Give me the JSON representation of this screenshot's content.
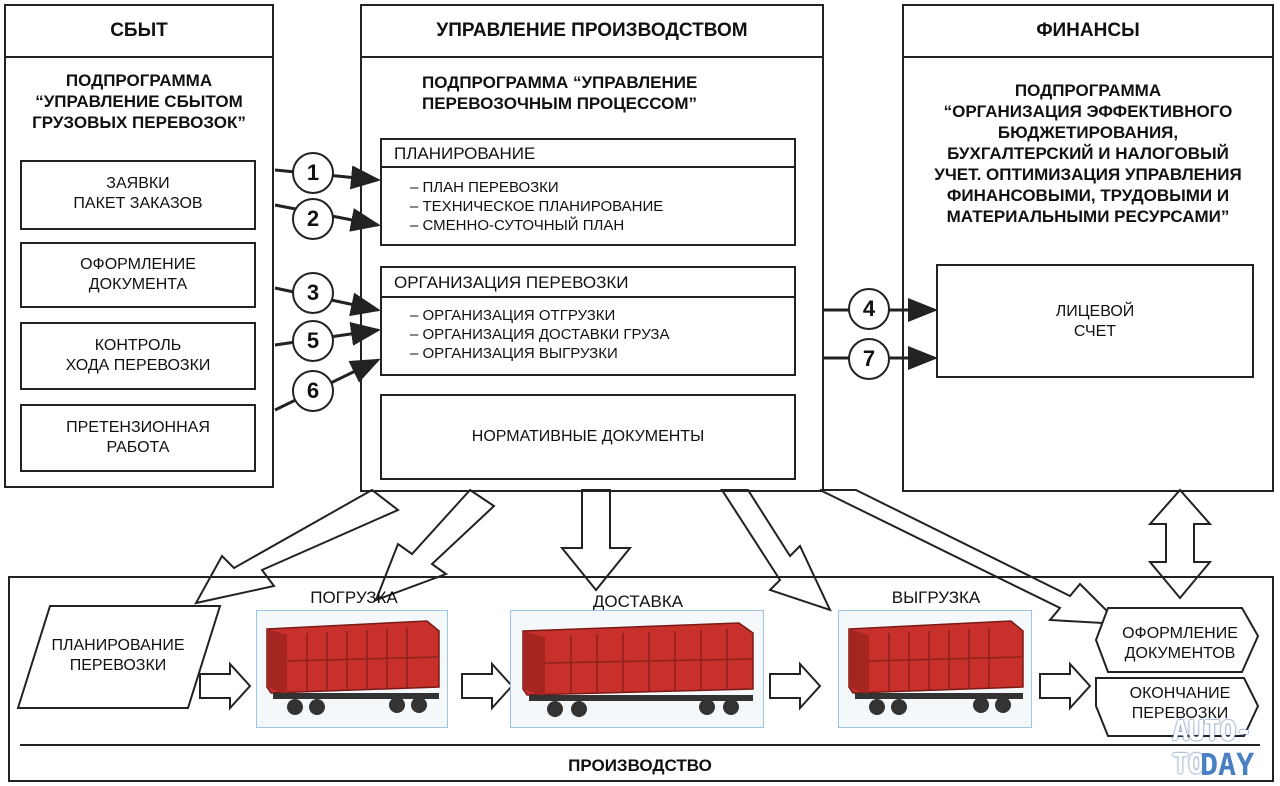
{
  "sales": {
    "header": "СБЫТ",
    "subprogram": [
      "ПОДПРОГРАММА",
      "“УПРАВЛЕНИЕ СБЫТОМ",
      "ГРУЗОВЫХ ПЕРЕВОЗОК”"
    ],
    "items": [
      [
        "ЗАЯВКИ",
        "ПАКЕТ  ЗАКАЗОВ"
      ],
      [
        "ОФОРМЛЕНИЕ",
        "ДОКУМЕНТА"
      ],
      [
        "КОНТРОЛЬ",
        "ХОДА  ПЕРЕВОЗКИ"
      ],
      [
        "ПРЕТЕНЗИОННАЯ",
        "РАБОТА"
      ]
    ]
  },
  "production_mgmt": {
    "header": "УПРАВЛЕНИЕ ПРОИЗВОДСТВОМ",
    "subprogram": [
      "ПОДПРОГРАММА “УПРАВЛЕНИЕ",
      "ПЕРЕВОЗОЧНЫМ ПРОЦЕССОМ”"
    ],
    "planning": {
      "title": "ПЛАНИРОВАНИЕ",
      "items": [
        "ПЛАН ПЕРЕВОЗКИ",
        "ТЕХНИЧЕСКОЕ ПЛАНИРОВАНИЕ",
        "СМЕННО-СУТОЧНЫЙ ПЛАН"
      ]
    },
    "organization": {
      "title": "ОРГАНИЗАЦИЯ ПЕРЕВОЗКИ",
      "items": [
        "ОРГАНИЗАЦИЯ ОТГРУЗКИ",
        "ОРГАНИЗАЦИЯ ДОСТАВКИ ГРУЗА",
        "ОРГАНИЗАЦИЯ ВЫГРУЗКИ"
      ]
    },
    "normative": "НОРМАТИВНЫЕ ДОКУМЕНТЫ"
  },
  "finance": {
    "header": "ФИНАНСЫ",
    "subprogram": [
      "ПОДПРОГРАММА",
      "“ОРГАНИЗАЦИЯ ЭФФЕКТИВНОГО",
      "БЮДЖЕТИРОВАНИЯ,",
      "БУХГАЛТЕРСКИЙ И НАЛОГОВЫЙ",
      "УЧЕТ. ОПТИМИЗАЦИЯ УПРАВЛЕНИЯ",
      "ФИНАНСОВЫМИ, ТРУДОВЫМИ И",
      "МАТЕРИАЛЬНЫМИ РЕСУРСАМИ”"
    ],
    "account": [
      "ЛИЦЕВОЙ",
      "СЧЕТ"
    ]
  },
  "connectors": [
    "1",
    "2",
    "3",
    "5",
    "6",
    "4",
    "7"
  ],
  "production": {
    "label": "ПРОИЗВОДСТВО",
    "planning": [
      "ПЛАНИРОВАНИЕ",
      "ПЕРЕВОЗКИ"
    ],
    "stages": [
      "ПОГРУЗКА",
      "ДОСТАВКА",
      "ВЫГРУЗКА"
    ],
    "docs": [
      "ОФОРМЛЕНИЕ",
      "ДОКУМЕНТОВ"
    ],
    "end": [
      "ОКОНЧАНИЕ",
      "ПЕРЕВОЗКИ"
    ]
  },
  "watermark": [
    "AUTO-TO",
    "DAY"
  ],
  "colors": {
    "wagon_red": "#c8312b",
    "wagon_frame": "#9cc4e4"
  }
}
